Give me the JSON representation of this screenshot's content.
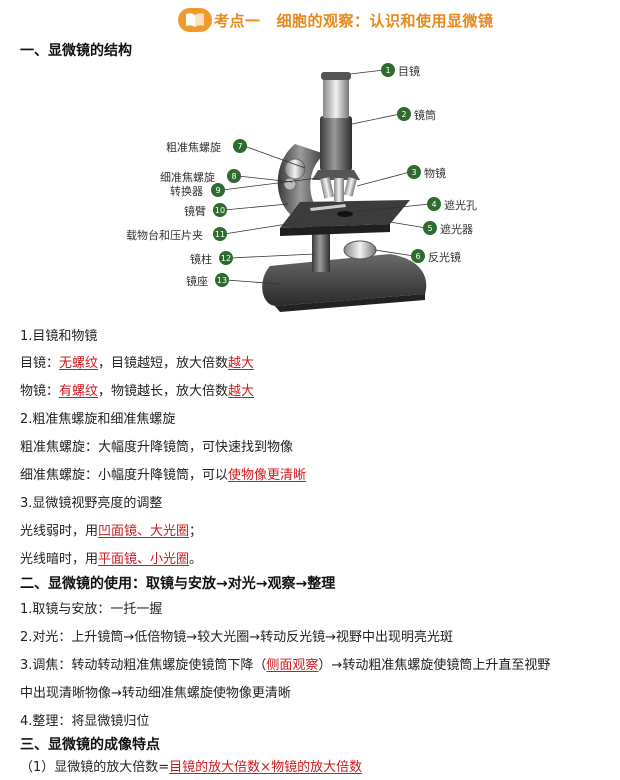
{
  "header": {
    "title_a": "考点一",
    "title_b": "细胞的观察：认识和使用显微镜"
  },
  "section1": {
    "heading": "一、显微镜的结构"
  },
  "diagram": {
    "labels": [
      {
        "num": "1",
        "text": "目镜"
      },
      {
        "num": "2",
        "text": "镜筒"
      },
      {
        "num": "3",
        "text": "物镜"
      },
      {
        "num": "4",
        "text": "遮光孔"
      },
      {
        "num": "5",
        "text": "遮光器"
      },
      {
        "num": "6",
        "text": "反光镜"
      },
      {
        "num": "7",
        "text": "粗准焦螺旋"
      },
      {
        "num": "8",
        "text": "细准焦螺旋"
      },
      {
        "num": "9",
        "text": "转换器"
      },
      {
        "num": "10",
        "text": "镜臂"
      },
      {
        "num": "11",
        "text": "载物台和压片夹"
      },
      {
        "num": "12",
        "text": "镜柱"
      },
      {
        "num": "13",
        "text": "镜座"
      }
    ]
  },
  "p1": {
    "title": "1.目镜和物镜",
    "l1a": "目镜：",
    "l1b": "无螺纹",
    "l1c": "，目镜越短，放大倍数",
    "l1d": "越大",
    "l2a": "物镜：",
    "l2b": "有螺纹",
    "l2c": "，物镜越长，放大倍数",
    "l2d": "越大"
  },
  "p2": {
    "title": "2.粗准焦螺旋和细准焦螺旋",
    "l1": "粗准焦螺旋：大幅度升降镜筒，可快速找到物像",
    "l2a": "细准焦螺旋：小幅度升降镜筒，可以",
    "l2b": "使物像更清晰"
  },
  "p3": {
    "title": "3.显微镜视野亮度的调整",
    "l1a": "光线弱时，用",
    "l1b": "凹面镜、大光圈",
    "l1c": "；",
    "l2a": "光线暗时，用",
    "l2b": "平面镜、小光圈",
    "l2c": "。"
  },
  "section2": {
    "heading": "二、显微镜的使用：取镜与安放→对光→观察→整理",
    "s1": "1.取镜与安放：一托一握",
    "s2": "2.对光：上升镜筒→低倍物镜→较大光圈→转动反光镜→视野中出现明亮光斑",
    "s3a": "3.调焦：转动转动粗准焦螺旋使镜筒下降（",
    "s3b": "侧面观察",
    "s3c": "）→转动粗准焦螺旋使镜筒上升直至视野",
    "s3d": "中出现清晰物像→转动细准焦螺旋使物像更清晰",
    "s4": "4.整理：将显微镜归位"
  },
  "section3": {
    "heading": "三、显微镜的成像特点",
    "l1a": "（1）显微镜的放大倍数=",
    "l1b": "目镜的放大倍数×物镜的放大倍数"
  }
}
